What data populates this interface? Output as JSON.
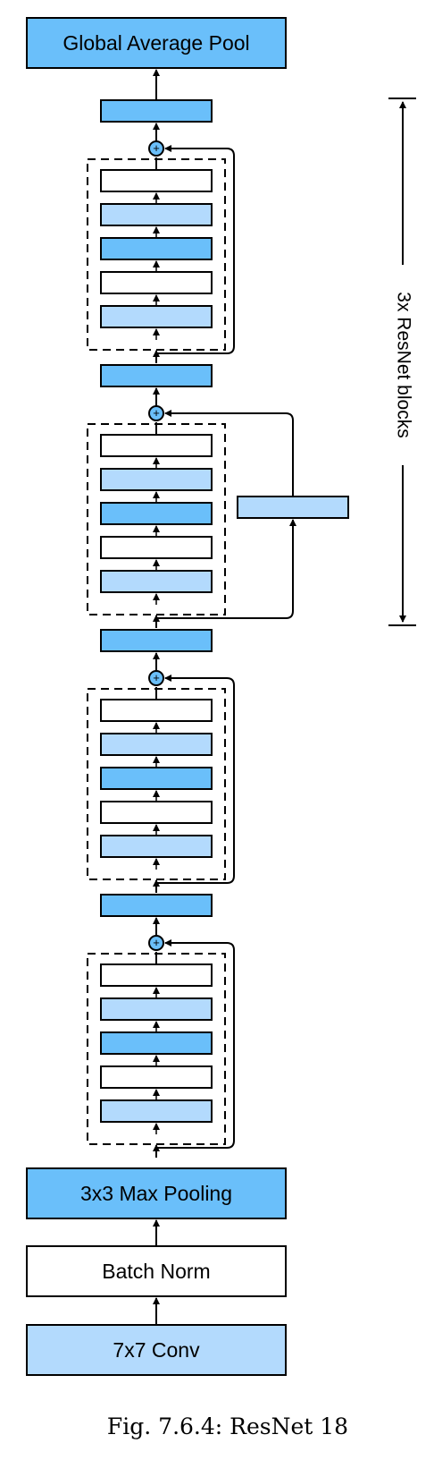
{
  "diagram": {
    "top_label": "Global Average Pool",
    "max_pool_label": "3x3 Max Pooling",
    "batch_norm_label": "Batch Norm",
    "conv_label": "7x7 Conv",
    "side_label": "3x ResNet blocks",
    "plus_symbol": "+",
    "caption": "Fig. 7.6.4: ResNet 18"
  },
  "colors": {
    "dark_blue": "#6ABFFA",
    "light_blue": "#B3DAFD",
    "white": "#FFFFFF",
    "stroke": "#000000"
  },
  "block_layers": [
    "white",
    "light_blue",
    "dark_blue",
    "white",
    "light_blue"
  ],
  "blocks": [
    {
      "name": "resnet-block-4",
      "projection_shortcut": false
    },
    {
      "name": "resnet-block-3",
      "projection_shortcut": true
    },
    {
      "name": "resnet-block-2",
      "projection_shortcut": false
    },
    {
      "name": "resnet-block-1",
      "projection_shortcut": false
    }
  ]
}
